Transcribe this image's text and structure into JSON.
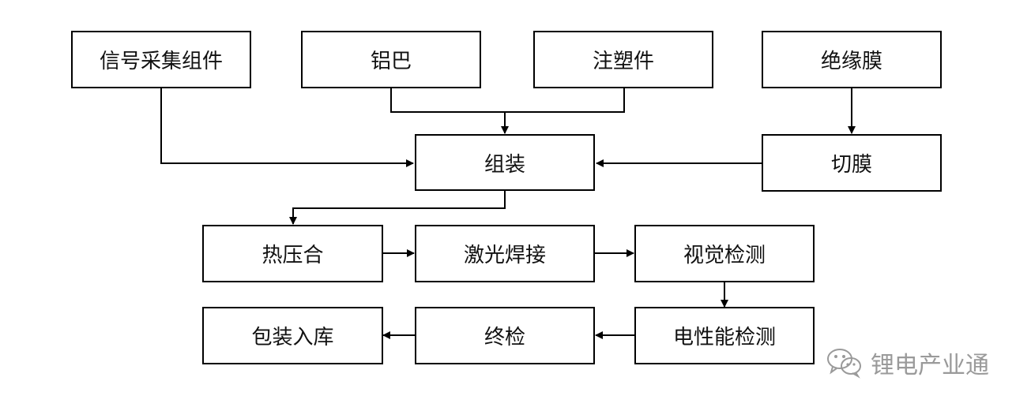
{
  "nodes": {
    "signal": "信号采集组件",
    "aluminum": "铝巴",
    "plastic": "注塑件",
    "insulation": "绝缘膜",
    "cut_film": "切膜",
    "assembly": "组装",
    "hot_press": "热压合",
    "laser_weld": "激光焊接",
    "vision": "视觉检测",
    "electrical": "电性能检测",
    "final": "终检",
    "pack": "包装入库"
  },
  "watermark": {
    "text": "锂电产业通",
    "icon": "wechat-icon"
  },
  "colors": {
    "stroke": "#000000",
    "watermark": "#9a9a9a"
  }
}
